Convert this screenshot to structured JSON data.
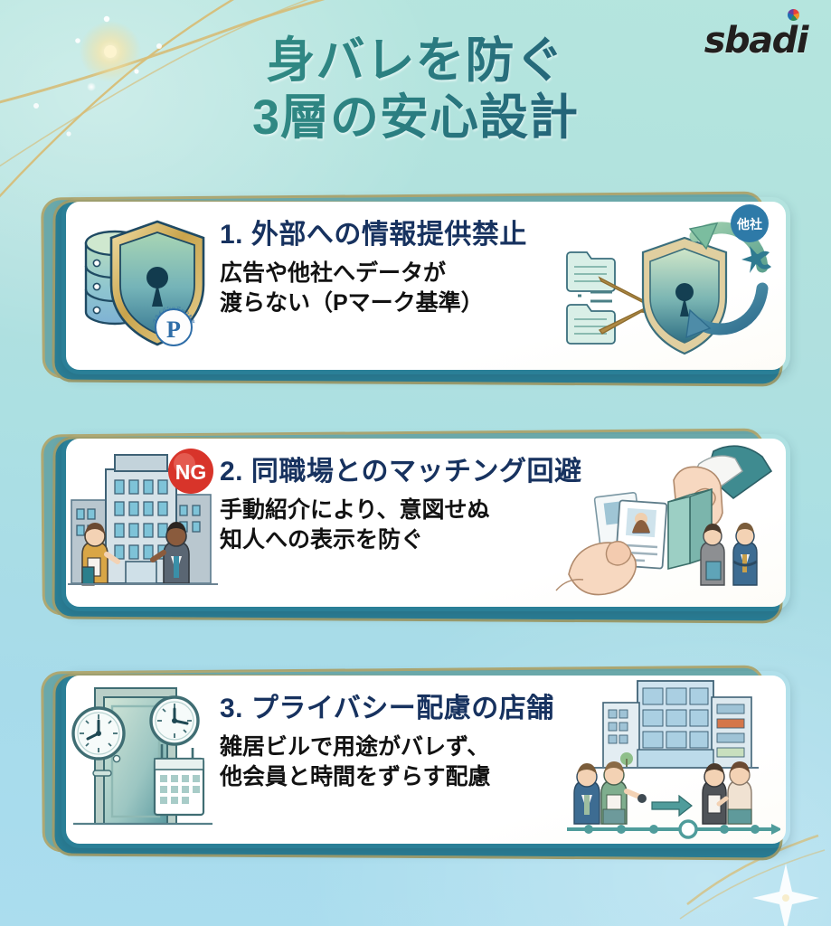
{
  "brand": {
    "logo_text": "sbadi",
    "logo_dot": "rainbow-dot"
  },
  "header": {
    "title_line1": "身バレを防ぐ",
    "title_line2": "3層の安心設計",
    "title_gradient_from": "#3a9b86",
    "title_gradient_to": "#1a3f63"
  },
  "theme": {
    "background_top": "#b5e5de",
    "background_bottom": "#abddee",
    "card_border_gold": "#c9a34a",
    "card_back_teal": "#6aa8aa",
    "card_back_blue": "#2a7f97",
    "title_navy": "#17325f",
    "body_black": "#121212",
    "ng_red": "#d8342a",
    "tasha_blue": "#2e7aa8"
  },
  "cards": [
    {
      "number": "1.",
      "title": "1. 外部への情報提供禁止",
      "body_line1": "広告や他社へデータが",
      "body_line2": "渡らない（Pマーク基準）",
      "left_icon": "database-shield-lock-icon",
      "left_icon_badge": "privacy-mark-p-icon",
      "right_icon": "shield-folder-transfer-blocked-icon",
      "right_badge_label": "他社"
    },
    {
      "number": "2.",
      "title": "2. 同職場とのマッチング回避",
      "body_line1": "手動紹介により、意図せぬ",
      "body_line2": "知人への表示を防ぐ",
      "left_icon": "office-building-coworkers-icon",
      "left_icon_badge": "NG",
      "right_icon": "hand-holding-profile-cards-icon"
    },
    {
      "number": "3.",
      "title": "3. プライバシー配慮の店舗",
      "body_line1": "雑居ビルで用途がバレず、",
      "body_line2": "他会員と時間をずらす配慮",
      "left_icon": "door-clocks-calendar-icon",
      "right_icon": "multi-tenant-building-couples-timeline-icon"
    }
  ],
  "decor": {
    "sparkle_top_left": "golden-sparkle-burst",
    "sparkle_bottom_right": "white-four-point-star"
  }
}
